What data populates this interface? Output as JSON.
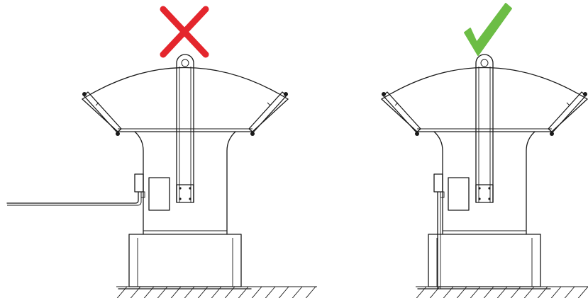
{
  "panels": [
    {
      "id": "incorrect",
      "verdict": "wrong",
      "mark_icon": "red-cross-icon",
      "mark_color": "#e4262d",
      "cable_routing": "horizontal-out-from-junction-box"
    },
    {
      "id": "correct",
      "verdict": "right",
      "mark_icon": "green-checkmark-icon",
      "mark_color": "#6cbd45",
      "cable_routing": "vertical-down-along-housing"
    }
  ],
  "colors": {
    "line": "#1a1a1a",
    "background": "#ffffff"
  }
}
